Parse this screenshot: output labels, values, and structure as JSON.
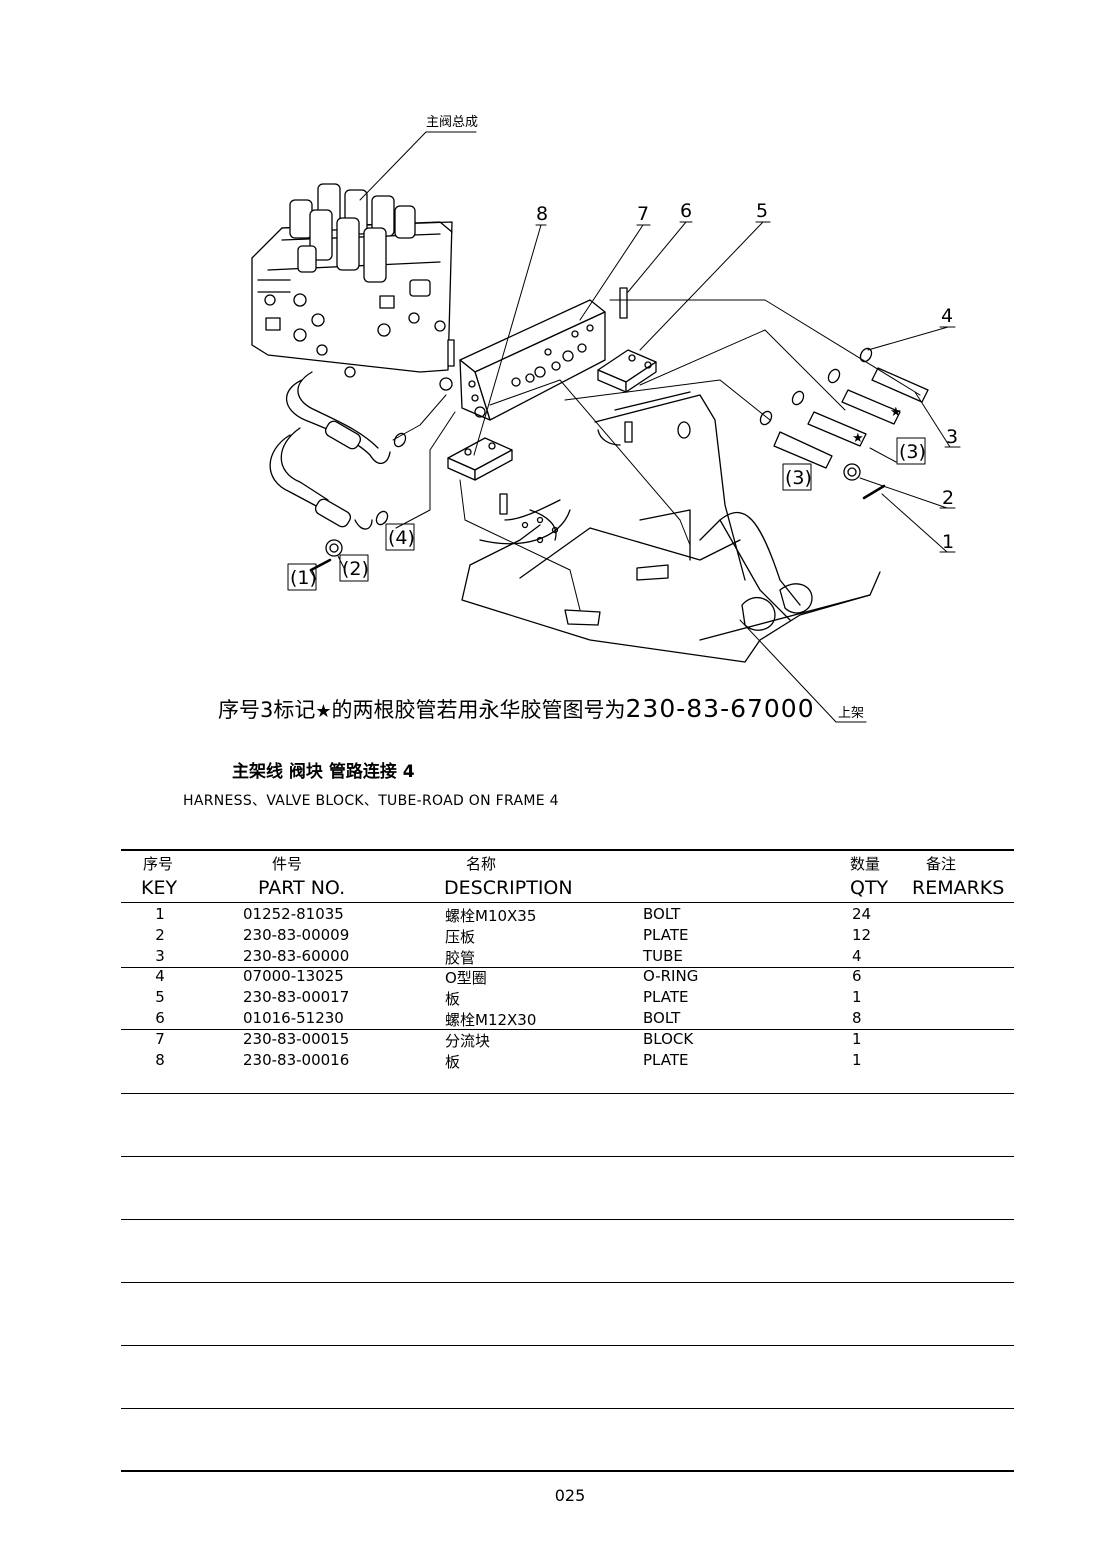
{
  "diagram": {
    "labels": {
      "main_valve": "主阀总成",
      "upper_frame": "上架"
    },
    "callouts": [
      "8",
      "7",
      "6",
      "5",
      "4",
      "3",
      "(3)",
      "(3)",
      "2",
      "1",
      "(4)",
      "(1)",
      "(2)"
    ]
  },
  "note": {
    "prefix": "序号3标记",
    "star": "★",
    "middle": "的两根胶管若用永华胶管图号为",
    "number": "230-83-67000"
  },
  "title": {
    "cn": "主架线 阀块 管路连接 4",
    "en": "HARNESS、VALVE BLOCK、TUBE-ROAD ON FRAME 4"
  },
  "table": {
    "headers_cn": {
      "key": "序号",
      "part": "件号",
      "desc": "名称",
      "qty": "数量",
      "remarks": "备注"
    },
    "headers_en": {
      "key": "KEY",
      "part": "PART NO.",
      "desc": "DESCRIPTION",
      "qty": "QTY",
      "remarks": "REMARKS"
    },
    "rows": [
      {
        "key": "1",
        "part": "01252-81035",
        "cn": "螺栓M10X35",
        "en": "BOLT",
        "qty": "24"
      },
      {
        "key": "2",
        "part": "230-83-00009",
        "cn": "压板",
        "en": "PLATE",
        "qty": "12"
      },
      {
        "key": "3",
        "part": "230-83-60000",
        "cn": "胶管",
        "en": "TUBE",
        "qty": "4"
      },
      {
        "key": "4",
        "part": "07000-13025",
        "cn": "O型圈",
        "en": "O-RING",
        "qty": "6"
      },
      {
        "key": "5",
        "part": "230-83-00017",
        "cn": "板",
        "en": "PLATE",
        "qty": "1"
      },
      {
        "key": "6",
        "part": "01016-51230",
        "cn": "螺栓M12X30",
        "en": "BOLT",
        "qty": "8"
      },
      {
        "key": "7",
        "part": "230-83-00015",
        "cn": "分流块",
        "en": "BLOCK",
        "qty": "1"
      },
      {
        "key": "8",
        "part": "230-83-00016",
        "cn": "板",
        "en": "PLATE",
        "qty": "1"
      }
    ]
  },
  "page_number": "025"
}
